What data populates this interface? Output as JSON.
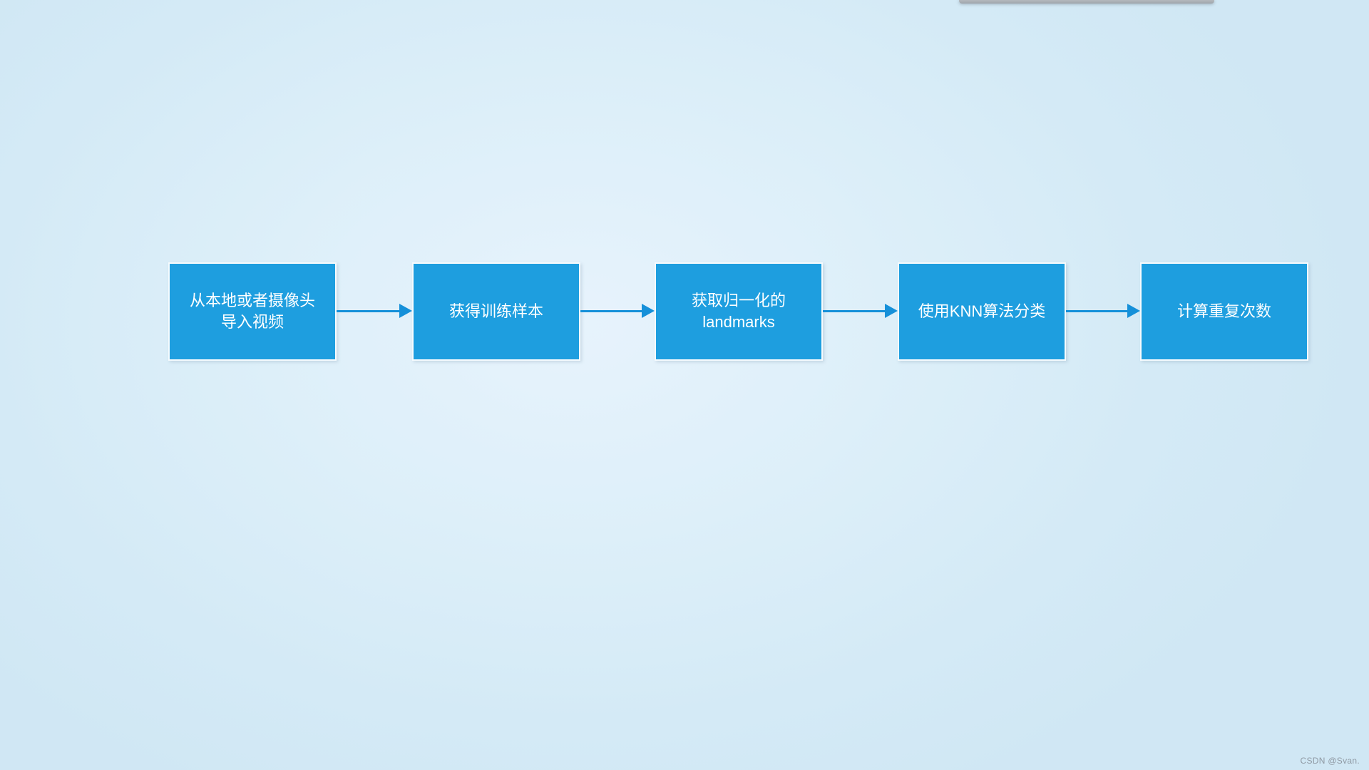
{
  "page": {
    "watermark": "CSDN @Svan.",
    "background_color": "#d9ecf8"
  },
  "chrome": {
    "top_fragment_color": "#a7acb2"
  },
  "flowchart": {
    "node_fill": "#1e9edf",
    "node_border": "#f6fbfe",
    "node_text_color": "#ffffff",
    "arrow_color": "#1590d9",
    "nodes": [
      {
        "id": "import-video",
        "line1": "从本地或者摄像头",
        "line2": "导入视频"
      },
      {
        "id": "get-training-samples",
        "line1": "获得训练样本"
      },
      {
        "id": "get-normalized-landmarks",
        "line1": "获取归一化的",
        "line2": "landmarks"
      },
      {
        "id": "knn-classify",
        "line1": "使用KNN算法分类"
      },
      {
        "id": "count-repetitions",
        "line1": "计算重复次数"
      }
    ]
  }
}
